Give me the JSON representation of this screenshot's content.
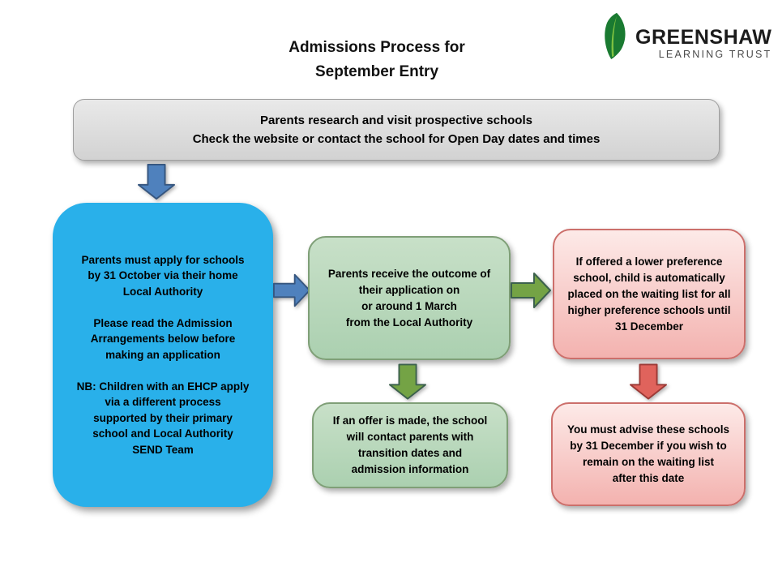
{
  "title": "Admissions Process for\nSeptember Entry",
  "logo": {
    "name": "GREENSHAW",
    "subtitle": "LEARNING TRUST"
  },
  "boxes": {
    "research": "Parents research and visit prospective schools\nCheck the website or contact the school for Open Day dates and times",
    "apply": "Parents must apply for schools\nby 31 October via their home\nLocal Authority\n\nPlease read the Admission\nArrangements below before\nmaking an application\n\nNB: Children with an EHCP apply\nvia a different process\nsupported by their primary\nschool and Local Authority\nSEND Team",
    "outcome": "Parents receive the outcome of\ntheir application on\nor around 1 March\nfrom the Local Authority",
    "waiting_list": "If offered a lower preference\nschool, child is automatically\nplaced on the waiting list for all\nhigher preference schools until\n31 December",
    "offer": "If an offer is made, the school\nwill contact parents with\ntransition dates and\nadmission information",
    "advise": "You must advise these schools\nby 31 December if you wish to\nremain on the waiting list\nafter this date"
  },
  "colors": {
    "box_gray": "#d9d9d9",
    "box_blue": "#29b0ea",
    "box_green": "#b6d7b9",
    "box_pink": "#f5b9b6",
    "arrow_blue_fill": "#4f81bd",
    "arrow_blue_stroke": "#36567f",
    "arrow_green_fill": "#74a345",
    "arrow_green_stroke": "#3c614d",
    "arrow_red_fill": "#e0635c",
    "arrow_red_stroke": "#9c3a36",
    "leaf_dark": "#1a7a31",
    "leaf_light": "#7fc241"
  }
}
